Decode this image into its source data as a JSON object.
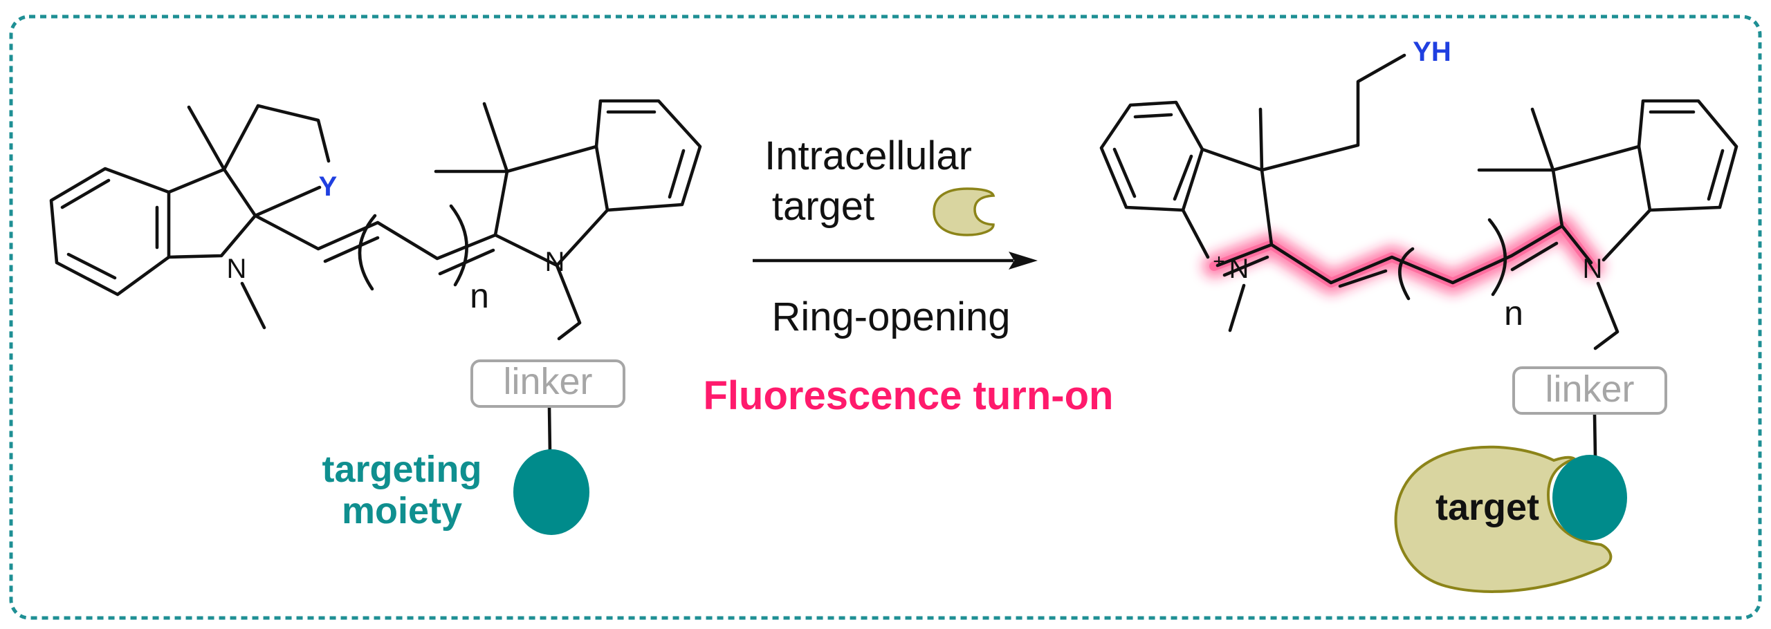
{
  "colors": {
    "frame": "#1e8f94",
    "bond": "#111111",
    "heteroatom": "#1f3fe0",
    "teal": "#008b8b",
    "teal_text": "#0f8f8f",
    "linker": "#a6a6a6",
    "glow": "#ff1f6a",
    "fluorescence_text": "#ff1a6c",
    "target_fill": "#d9d5a0",
    "target_stroke": "#8c8419"
  },
  "left_molecule": {
    "hetero_atom": "Y",
    "nitrogen_a": "N",
    "nitrogen_b": "N",
    "repeat_index": "n",
    "linker_label": "linker",
    "targeting_moiety_line1": "targeting",
    "targeting_moiety_line2": "moiety"
  },
  "reaction": {
    "condition_line1": "Intracellular",
    "condition_line2": "target",
    "process": "Ring-opening",
    "outcome": "Fluorescence turn-on"
  },
  "right_molecule": {
    "thiol_group": "YH",
    "charge": "+",
    "nitrogen_a": "N",
    "nitrogen_b": "N",
    "repeat_index": "n",
    "linker_label": "linker",
    "target_label": "target"
  }
}
